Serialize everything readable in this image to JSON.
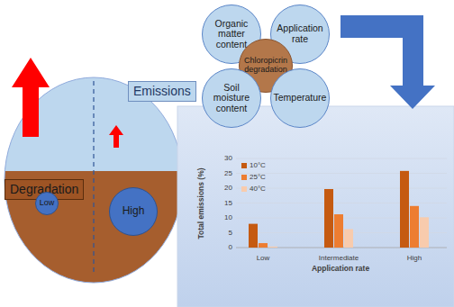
{
  "diagram": {
    "nodes": [
      {
        "text": [
          "Organic matter content"
        ]
      },
      {
        "text": [
          "Application rate"
        ]
      },
      {
        "text": [
          "Chloropicrin degradation"
        ]
      },
      {
        "text": [
          "Soil moisture content"
        ]
      },
      {
        "text": [
          "Temperature"
        ]
      },
      {
        "text": [
          "Emissions"
        ]
      },
      {
        "text": [
          "Degradation"
        ]
      },
      {
        "text": [
          "Low"
        ]
      },
      {
        "text": [
          "High"
        ]
      }
    ],
    "labels": [
      "Total emissions (%)",
      "0",
      "5",
      "10",
      "15",
      "20",
      "25",
      "30",
      "Low",
      "Intermediate",
      "High",
      "Application rate"
    ],
    "legend": [
      {
        "text": "10°C",
        "color": "#c55a11"
      },
      {
        "text": "25°C",
        "color": "#ed7d31"
      },
      {
        "text": "40°C",
        "color": "#f8cbad"
      }
    ]
  }
}
